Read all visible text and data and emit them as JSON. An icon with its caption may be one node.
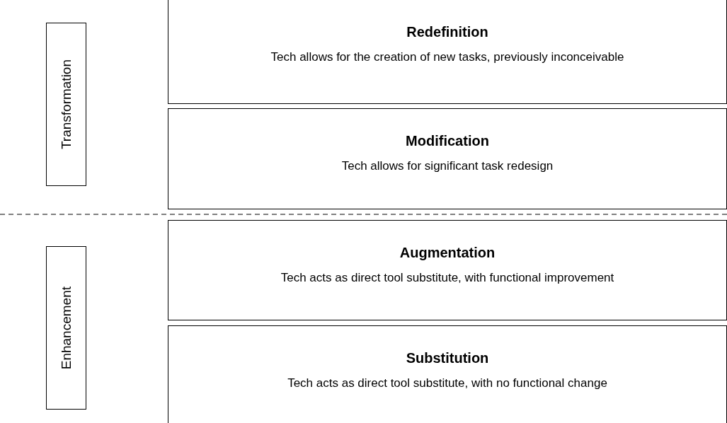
{
  "diagram": {
    "nodes": [
      {
        "text": [
          "Transformation"
        ]
      },
      {
        "text": [
          "Redefinition",
          "Tech allows for the creation of new tasks, previously inconceivable"
        ]
      },
      {
        "text": [
          "Modification",
          "Tech allows for significant task redesign"
        ]
      },
      {
        "text": [
          "Enhancement"
        ]
      },
      {
        "text": [
          "Augmentation",
          "Tech acts as direct tool substitute, with functional improvement"
        ]
      },
      {
        "text": [
          "Substitution",
          "Tech acts as direct tool substitute, with no functional change"
        ]
      }
    ]
  }
}
